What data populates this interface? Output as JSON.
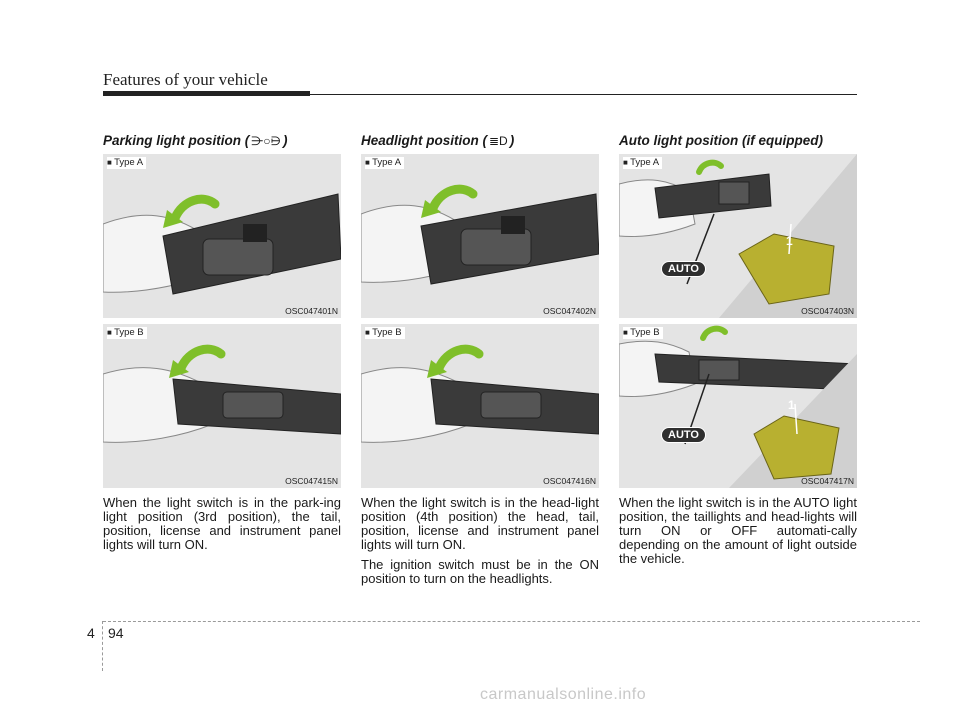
{
  "header": {
    "title": "Features of your vehicle"
  },
  "columns": [
    {
      "heading_text": "Parking light position (",
      "heading_glyph": "⋺○⋻",
      "heading_close": ")",
      "figures": [
        {
          "type_label": "Type A",
          "code": "OSC047401N"
        },
        {
          "type_label": "Type B",
          "code": "OSC047415N"
        }
      ],
      "paragraphs": [
        "When the light switch is in the park-ing light position (3rd position), the tail, position, license and instrument panel lights will turn ON."
      ]
    },
    {
      "heading_text": "Headlight position (",
      "heading_glyph": "≣D",
      "heading_close": ")",
      "figures": [
        {
          "type_label": "Type A",
          "code": "OSC047402N"
        },
        {
          "type_label": "Type B",
          "code": "OSC047416N"
        }
      ],
      "paragraphs": [
        "When the light switch is in the head-light position (4th position) the head, tail, position, license and instrument panel lights will turn ON.",
        "The ignition switch must be in the ON position to turn on the headlights."
      ]
    },
    {
      "heading_text": "Auto light position (if equipped)",
      "figures": [
        {
          "type_label": "Type A",
          "code": "OSC047403N",
          "auto_tag": "AUTO",
          "callout": "1"
        },
        {
          "type_label": "Type B",
          "code": "OSC047417N",
          "auto_tag": "AUTO",
          "callout": "1"
        }
      ],
      "paragraphs": [
        "When the light switch is in the AUTO light position, the taillights and head-lights will turn ON or OFF automati-cally depending on the amount of light outside the vehicle."
      ]
    }
  ],
  "footer": {
    "chapter": "4",
    "page": "94"
  },
  "watermark": "carmanualsonline.info",
  "colors": {
    "text": "#1a1a1a",
    "figure_bg": "#e4e4e4",
    "arrow": "#7fbf2a",
    "sensor": "#b8b030"
  },
  "icons": [
    "parking-light-icon",
    "headlight-icon",
    "rotate-arrow-icon"
  ]
}
